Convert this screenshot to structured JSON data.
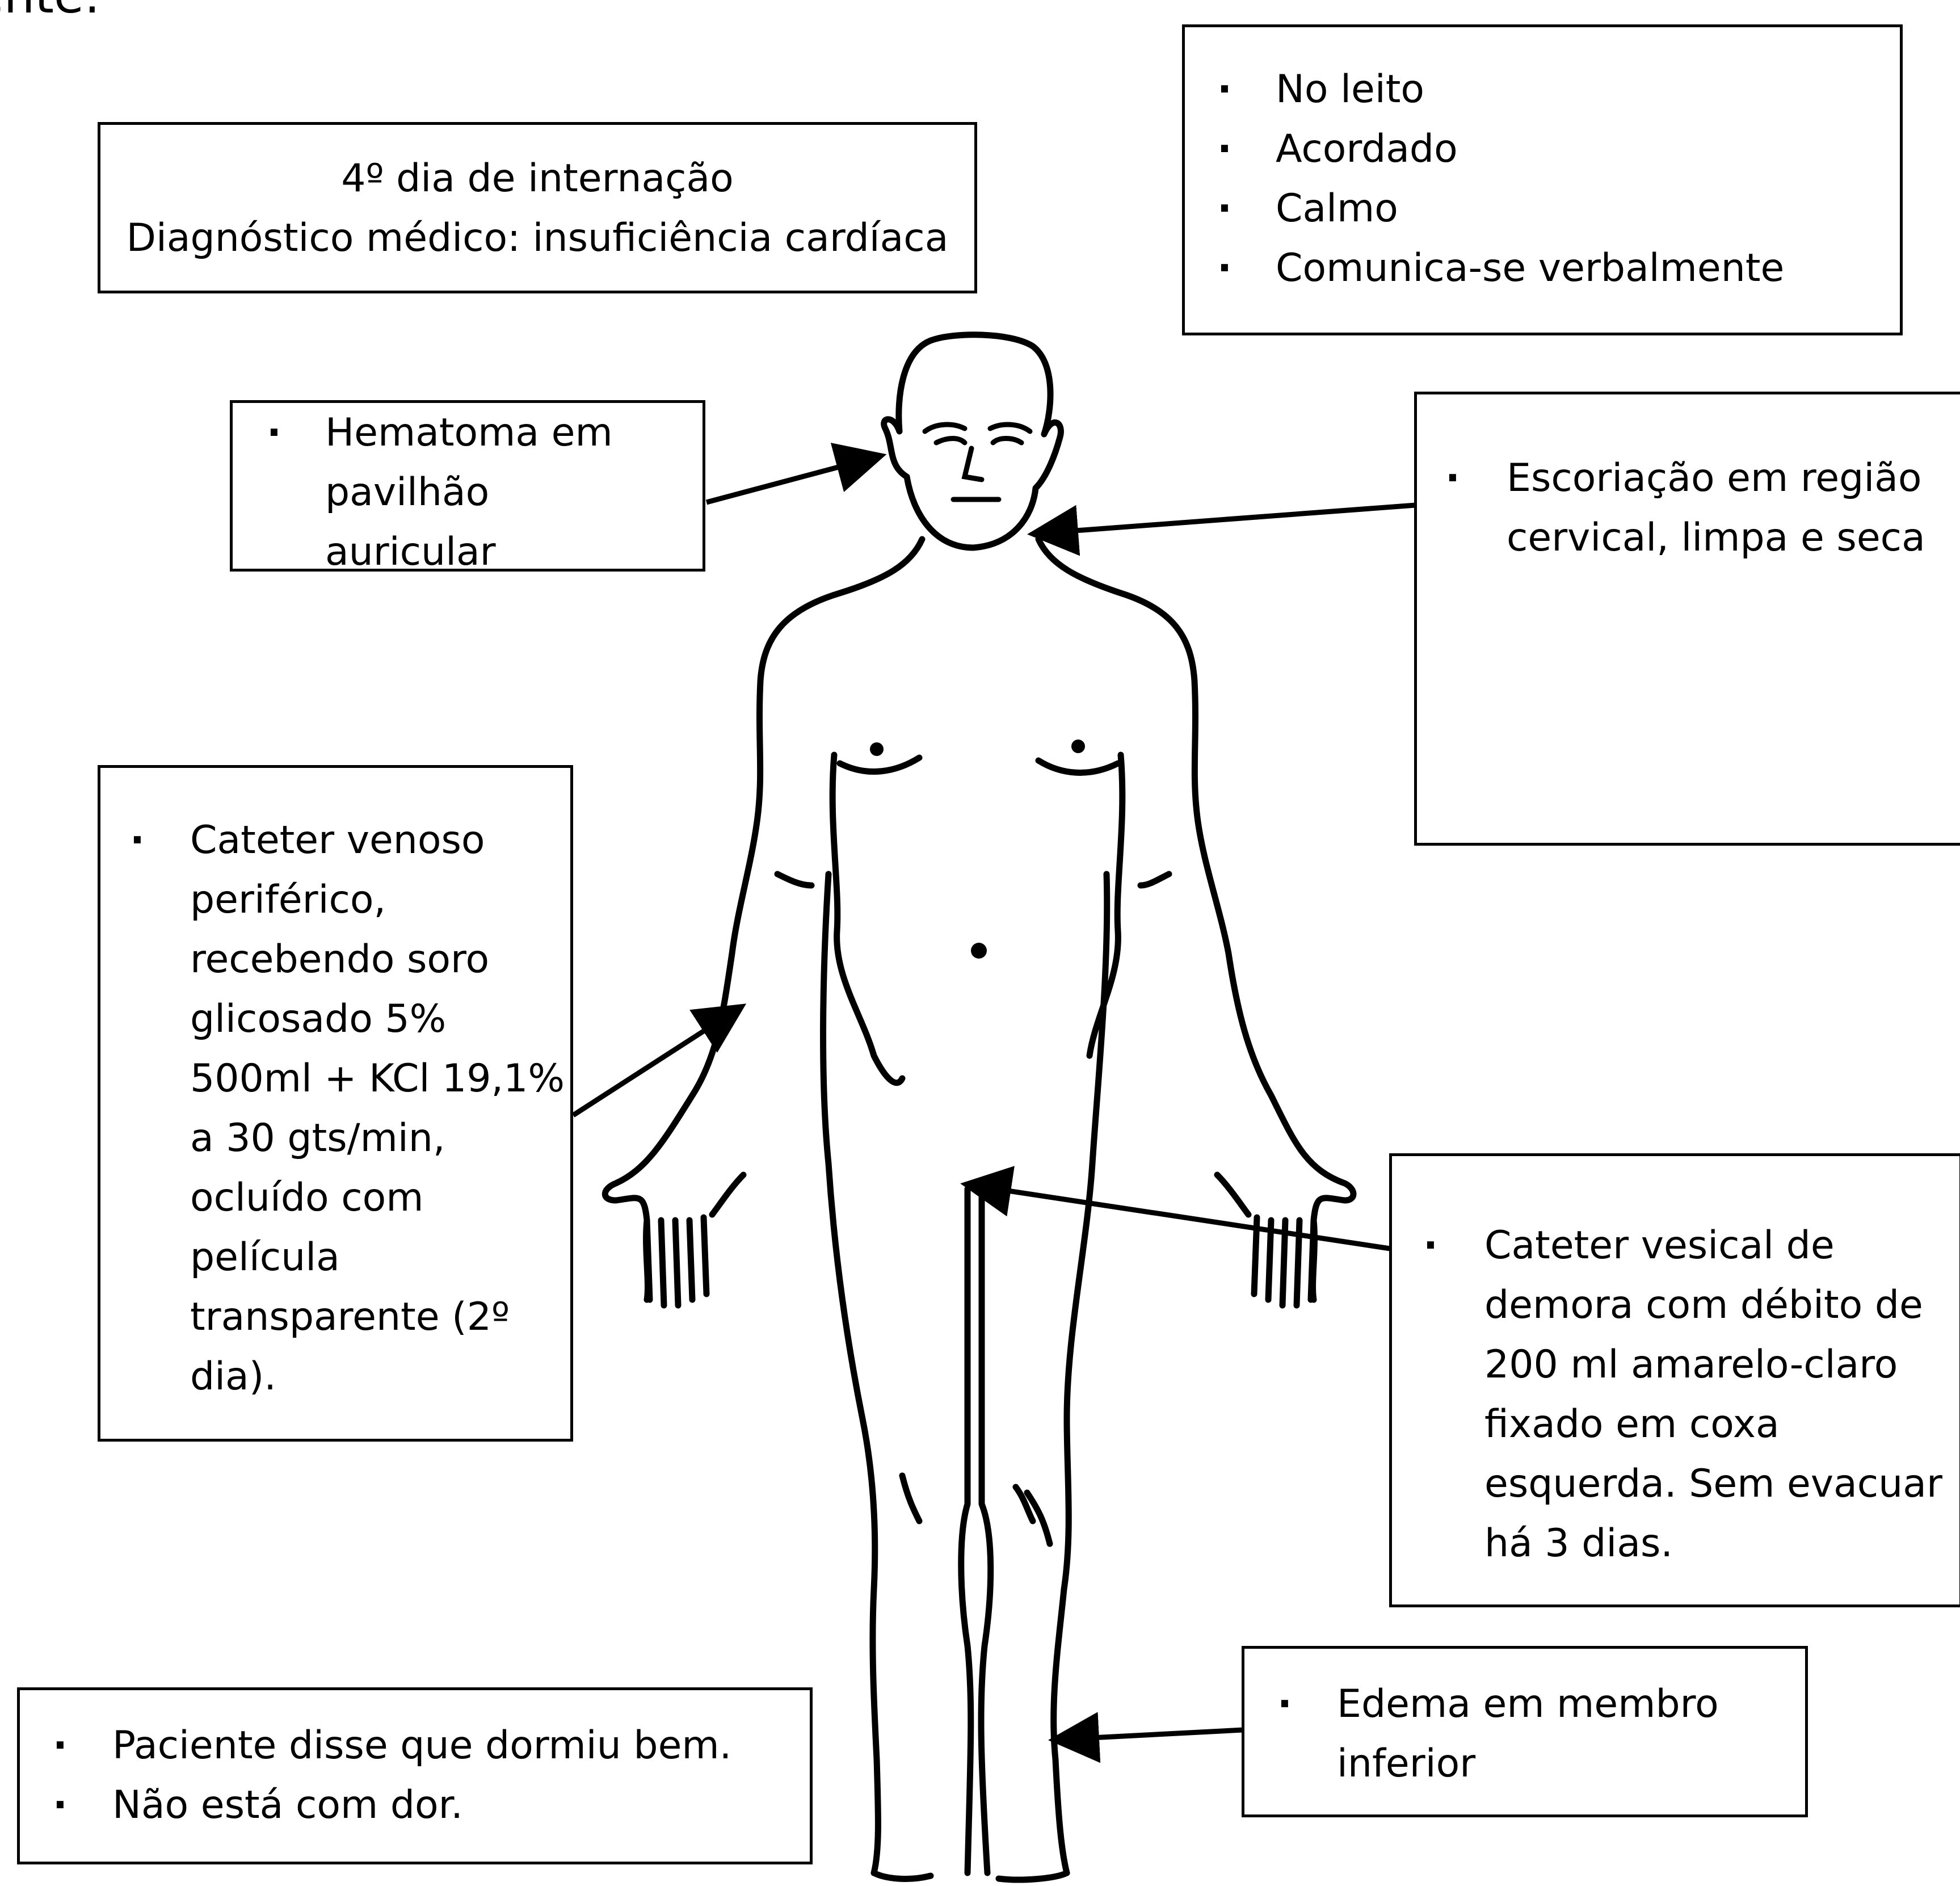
{
  "page": {
    "title": "aciente:"
  },
  "admission_box": {
    "line1": "4º dia de internação",
    "line2": "Diagnóstico médico: insuficiência cardíaca"
  },
  "status_box": {
    "items": [
      "No leito",
      "Acordado",
      "Calmo",
      "Comunica-se verbalmente"
    ]
  },
  "ear_box": {
    "lines": [
      "Hematoma em",
      "pavilhão",
      "auricular"
    ]
  },
  "neck_box": {
    "lines": [
      "Escoriação em região",
      "cervical, limpa e seca"
    ]
  },
  "catheter_box": {
    "lines": [
      "Cateter venoso",
      "periférico,",
      "recebendo soro",
      "glicosado 5%",
      "500ml + KCl 19,1%",
      "a 30 gts/min,",
      "ocluído com",
      "película",
      "transparente (2º",
      "dia)."
    ]
  },
  "bladder_box": {
    "lines": [
      "Cateter vesical de",
      "demora com débito de",
      "200 ml amarelo-claro",
      "fixado em coxa",
      "esquerda. Sem evacuar",
      "há 3 dias."
    ]
  },
  "edema_box": {
    "lines": [
      "Edema em membro",
      "inferior"
    ]
  },
  "sleep_box": {
    "items": [
      "Paciente disse que dormiu bem.",
      "Não está com dor."
    ]
  },
  "bullet_symbol": "·",
  "colors": {
    "line": "#000000",
    "background": "#ffffff"
  }
}
